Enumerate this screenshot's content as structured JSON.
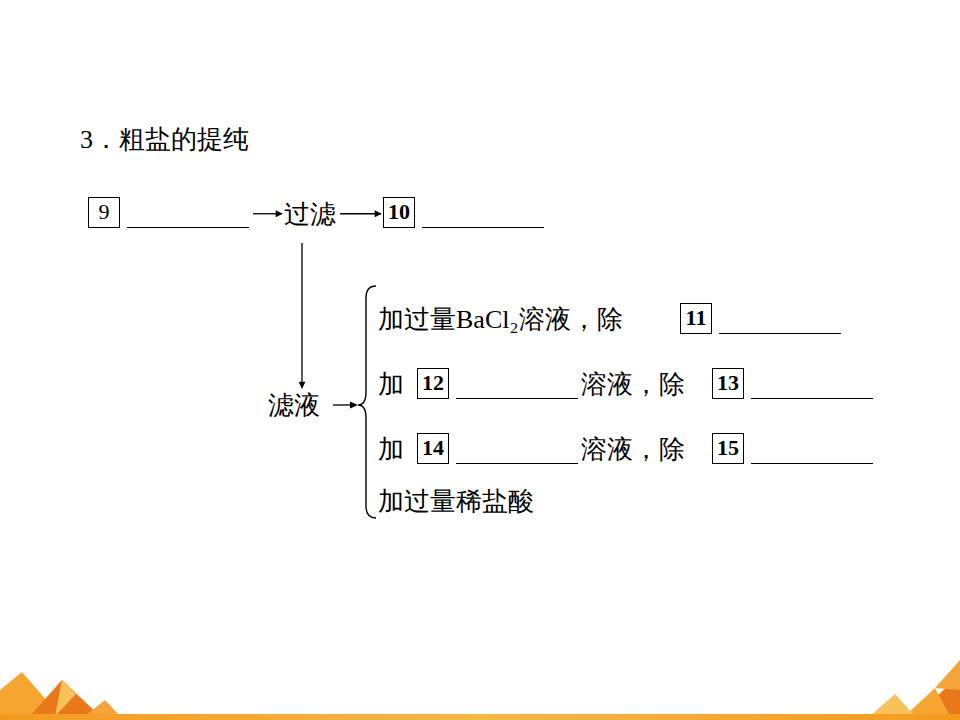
{
  "diagram": {
    "title": "3．粗盐的提纯",
    "nodes": [
      {
        "text": [
          "9"
        ]
      },
      {
        "text": [
          "过滤"
        ]
      },
      {
        "text": [
          "10"
        ]
      },
      {
        "text": [
          "滤液"
        ]
      },
      {
        "text": [
          "11"
        ]
      },
      {
        "text": [
          "12"
        ]
      },
      {
        "text": [
          "13"
        ]
      },
      {
        "text": [
          "14"
        ]
      },
      {
        "text": [
          "15"
        ]
      }
    ],
    "edges": [
      {
        "from": 0,
        "to": 1,
        "arrow": "to"
      },
      {
        "from": 1,
        "to": 2,
        "arrow": "to"
      },
      {
        "from": 1,
        "to": 3,
        "arrow": "to"
      }
    ],
    "labels": [
      "加过量BaCl₂溶液，除",
      "加",
      "溶液，除",
      "加",
      "溶液，除",
      "加过量稀盐酸"
    ]
  }
}
